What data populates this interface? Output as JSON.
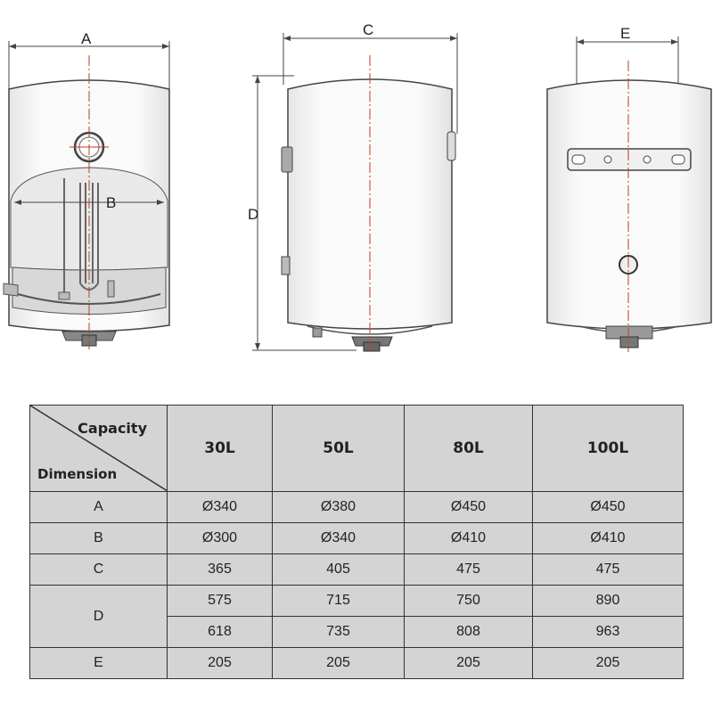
{
  "drawing_labels": {
    "a": "A",
    "b": "B",
    "c": "C",
    "d": "D",
    "e": "E"
  },
  "table": {
    "header_capacity": "Capacity",
    "header_dimension": "Dimension",
    "columns": [
      "30L",
      "50L",
      "80L",
      "100L"
    ],
    "rows": [
      {
        "label": "A",
        "values": [
          "Ø340",
          "Ø380",
          "Ø450",
          "Ø450"
        ]
      },
      {
        "label": "B",
        "values": [
          "Ø300",
          "Ø340",
          "Ø410",
          "Ø410"
        ]
      },
      {
        "label": "C",
        "values": [
          "365",
          "405",
          "475",
          "475"
        ]
      },
      {
        "label": "D",
        "values": [
          "575",
          "715",
          "750",
          "890"
        ]
      },
      {
        "label": "",
        "values": [
          "618",
          "735",
          "808",
          "963"
        ]
      },
      {
        "label": "E",
        "values": [
          "205",
          "205",
          "205",
          "205"
        ]
      }
    ]
  },
  "colors": {
    "centerline": "#c0392b",
    "outline": "#444444",
    "table_fill": "#d4d4d4"
  }
}
